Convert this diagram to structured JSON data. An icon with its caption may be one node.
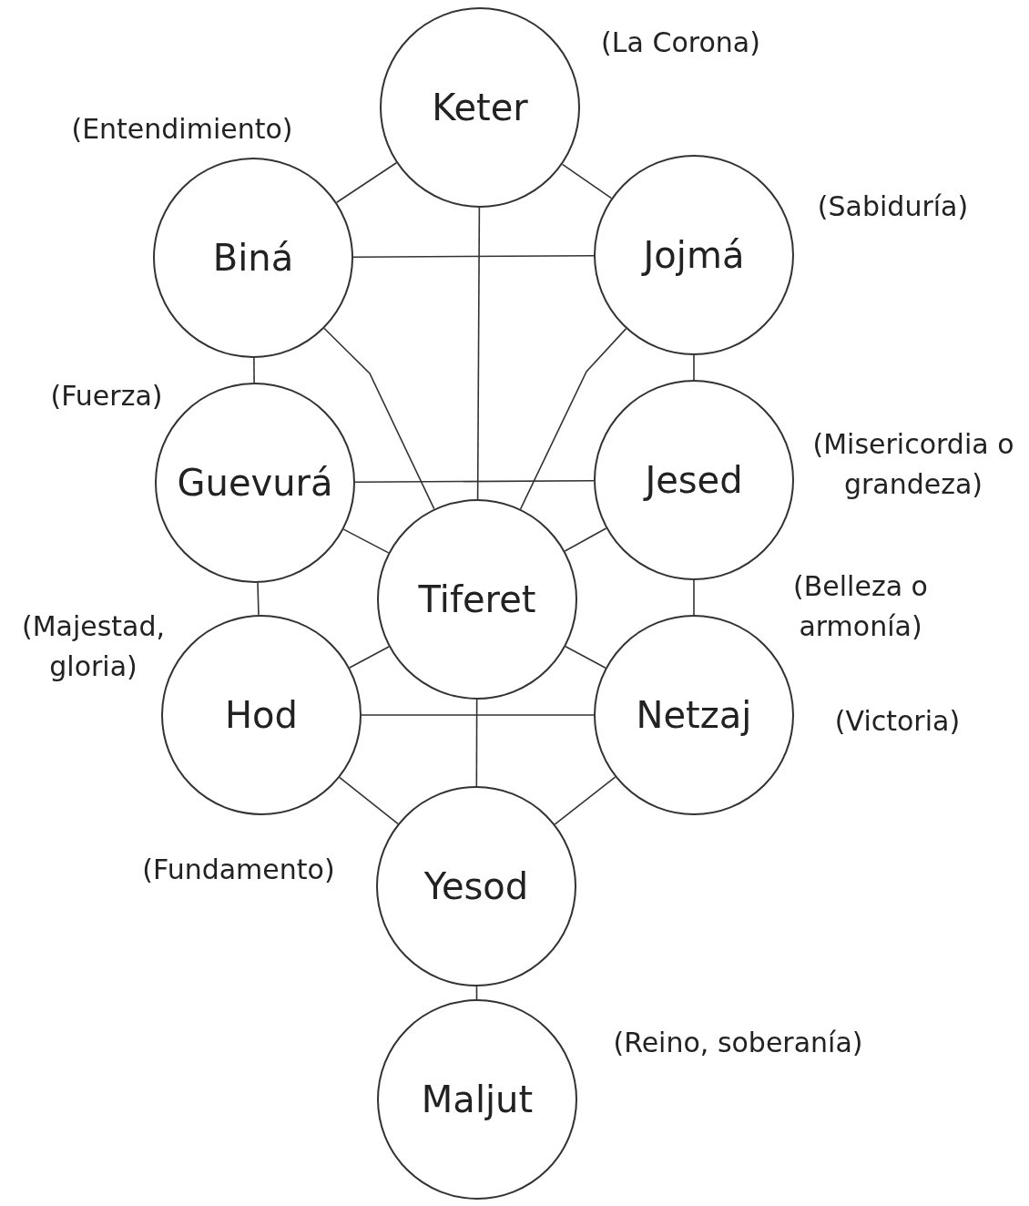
{
  "diagram": {
    "nodes": [
      {
        "text": [
          "Keter"
        ],
        "beside": [
          "(La Corona)"
        ]
      },
      {
        "text": [
          "Biná"
        ],
        "beside": [
          "(Entendimiento)"
        ]
      },
      {
        "text": [
          "Jojmá"
        ],
        "beside": [
          "(Sabiduría)"
        ]
      },
      {
        "text": [
          "Guevurá"
        ],
        "beside": [
          "(Fuerza)"
        ]
      },
      {
        "text": [
          "Jesed"
        ],
        "beside": [
          "(Misericordia o grandeza)"
        ]
      },
      {
        "text": [
          "Tiferet"
        ]
      },
      {
        "text": [
          "Hod"
        ],
        "beside": [
          "(Majestad, gloria)"
        ]
      },
      {
        "text": [
          "Netzaj"
        ],
        "beside": [
          "(Victoria)"
        ]
      },
      {
        "text": [
          "Yesod"
        ],
        "beside": [
          "(Fundamento)"
        ]
      },
      {
        "text": [
          "Maljut"
        ],
        "beside": [
          "(Reino, soberanía)"
        ]
      }
    ],
    "edges": [
      {
        "from": 0,
        "to": 1,
        "arrow": "none"
      },
      {
        "from": 0,
        "to": 2,
        "arrow": "none"
      },
      {
        "from": 0,
        "to": 5,
        "arrow": "none"
      },
      {
        "from": 1,
        "to": 2,
        "arrow": "none"
      },
      {
        "from": 1,
        "to": 3,
        "arrow": "none"
      },
      {
        "from": 1,
        "to": 5,
        "arrow": "none"
      },
      {
        "from": 2,
        "to": 4,
        "arrow": "none"
      },
      {
        "from": 2,
        "to": 5,
        "arrow": "none"
      },
      {
        "from": 3,
        "to": 4,
        "arrow": "none"
      },
      {
        "from": 3,
        "to": 5,
        "arrow": "none"
      },
      {
        "from": 3,
        "to": 6,
        "arrow": "none"
      },
      {
        "from": 4,
        "to": 5,
        "arrow": "none"
      },
      {
        "from": 4,
        "to": 7,
        "arrow": "none"
      },
      {
        "from": 5,
        "to": 6,
        "arrow": "none"
      },
      {
        "from": 5,
        "to": 7,
        "arrow": "none"
      },
      {
        "from": 5,
        "to": 8,
        "arrow": "none"
      },
      {
        "from": 6,
        "to": 7,
        "arrow": "none"
      },
      {
        "from": 6,
        "to": 8,
        "arrow": "none"
      },
      {
        "from": 7,
        "to": 8,
        "arrow": "none"
      },
      {
        "from": 8,
        "to": 9,
        "arrow": "none"
      }
    ],
    "labels": [
      "(Belleza o armonía)"
    ]
  }
}
